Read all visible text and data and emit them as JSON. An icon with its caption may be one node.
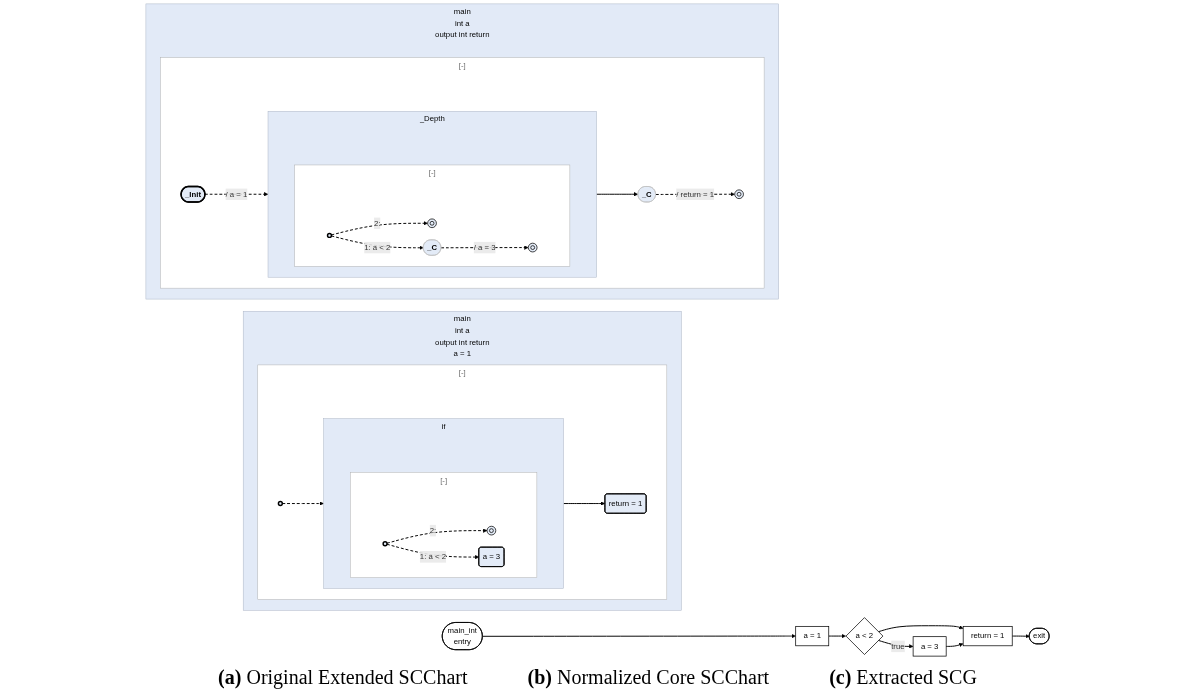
{
  "diagram": {
    "nodes": [
      {
        "text": [
          "main",
          "int a",
          "output int return",
          "a = 1"
        ]
      },
      {
        "text": [
          "[-]"
        ],
        "in": 0
      },
      {
        "text": [],
        "shape": "circle",
        "in": 1
      },
      {
        "text": [
          "if"
        ],
        "in": 1
      },
      {
        "text": [
          "[-]"
        ],
        "in": 3
      },
      {
        "text": [],
        "shape": "circle",
        "in": 4
      },
      {
        "text": [],
        "shape": "circle",
        "in": 4
      },
      {
        "text": [
          "a = 3"
        ],
        "in": 4
      },
      {
        "text": [
          "return = 1"
        ],
        "in": 1
      },
      {
        "text": [
          "main",
          "int a",
          "output int return"
        ]
      },
      {
        "text": [
          "[-]"
        ],
        "in": 9
      },
      {
        "text": [
          "_Init"
        ],
        "in": 10
      },
      {
        "text": [
          "_Depth"
        ],
        "in": 10
      },
      {
        "text": [
          "[-]"
        ],
        "in": 12
      },
      {
        "text": [],
        "shape": "circle",
        "in": 13
      },
      {
        "text": [],
        "shape": "circle",
        "in": 13
      },
      {
        "text": [
          "_C"
        ],
        "in": 13
      },
      {
        "text": [],
        "shape": "circle",
        "in": 13
      },
      {
        "text": [
          "_C"
        ],
        "in": 10
      },
      {
        "text": [],
        "shape": "circle",
        "in": 10
      },
      {
        "text": [
          "main_int",
          "entry"
        ]
      },
      {
        "text": [
          "a = 1"
        ]
      },
      {
        "text": [
          "a < 2"
        ]
      },
      {
        "text": [
          "a = 3"
        ]
      },
      {
        "text": [
          "return = 1"
        ]
      },
      {
        "text": [
          "exit"
        ]
      }
    ],
    "edges": [
      {
        "from": 2,
        "to": 3,
        "arrow": "to",
        "style": "dashed"
      },
      {
        "from": 5,
        "to": 6,
        "arrow": "to",
        "label": "2:",
        "style": "dashed"
      },
      {
        "from": 5,
        "to": 7,
        "arrow": "to",
        "label": "1: a < 2",
        "style": "dashed"
      },
      {
        "from": 3,
        "to": 8,
        "arrow": "to"
      },
      {
        "from": 11,
        "to": 12,
        "arrow": "to",
        "label": "/ a = 1",
        "style": "dashed"
      },
      {
        "from": 14,
        "to": 15,
        "arrow": "to",
        "label": "2:",
        "style": "dashed"
      },
      {
        "from": 14,
        "to": 16,
        "arrow": "to",
        "label": "1: a < 2",
        "style": "dashed"
      },
      {
        "from": 16,
        "to": 17,
        "arrow": "to",
        "label": "/ a = 3",
        "style": "dashed"
      },
      {
        "from": 12,
        "to": 18,
        "arrow": "to"
      },
      {
        "from": 18,
        "to": 19,
        "arrow": "to",
        "label": "/ return = 1",
        "style": "dashed"
      },
      {
        "from": 20,
        "to": 21,
        "arrow": "to"
      },
      {
        "from": 21,
        "to": 22,
        "arrow": "to"
      },
      {
        "from": 22,
        "to": 23,
        "arrow": "to",
        "label": "true"
      },
      {
        "from": 22,
        "to": 24,
        "arrow": "to"
      },
      {
        "from": 23,
        "to": 24,
        "arrow": "to"
      },
      {
        "from": 24,
        "to": 25,
        "arrow": "to"
      }
    ],
    "labels": [
      "**(a)** Original Extended SCChart",
      "**(b)** Normalized Core SCChart",
      "**(c)** Extracted SCG"
    ]
  }
}
